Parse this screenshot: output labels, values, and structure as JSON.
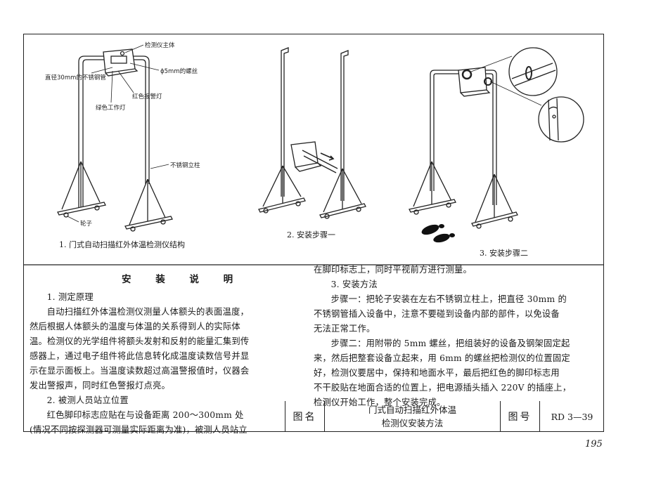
{
  "figure1": {
    "labels": {
      "main_body": "检测仪主体",
      "screw": "ϕ5mm的螺丝",
      "tube": "直径30mm的不锈钢管",
      "red_lamp": "红色报警灯",
      "green_lamp": "绿色工作灯",
      "column": "不锈钢立柱",
      "wheel": "轮子"
    },
    "caption": "1. 门式自动扫描红外体温检测仪结构"
  },
  "figure2": {
    "caption": "2. 安装步骤一"
  },
  "figure3": {
    "caption": "3. 安装步骤二"
  },
  "instructions": {
    "heading": "安 装 说 明",
    "left": [
      {
        "text": "1. 测定原理",
        "indent": true
      },
      {
        "text": "自动扫描红外体温检测仪测量人体额头的表面温度，",
        "indent": true
      },
      {
        "text": "然后根据人体额头的温度与体温的关系得到人的实际体",
        "indent": false
      },
      {
        "text": "温。检测仪的光学组件将额头发射和反射的能量汇集到传",
        "indent": false
      },
      {
        "text": "感器上，通过电子组件将此信息转化成温度读数信号并显",
        "indent": false
      },
      {
        "text": "示在显示面板上。当温度读数超过高温警报值时，仪器会",
        "indent": false
      },
      {
        "text": "发出警报声，同时红色警报灯点亮。",
        "indent": false
      },
      {
        "text": "2. 被测人员站立位置",
        "indent": true
      },
      {
        "text": "红色脚印标志应贴在与设备距离 200～300mm 处",
        "indent": true
      },
      {
        "text": "(情况不同按探测器可测量实际距离为准)，被测人员站立",
        "indent": false
      }
    ],
    "right": [
      {
        "text": "在脚印标志上，同时平视前方进行测量。",
        "indent": false
      },
      {
        "text": "3. 安装方法",
        "indent": true
      },
      {
        "text": "步骤一：把轮子安装在左右不锈钢立柱上，把直径 30mm 的",
        "indent": true
      },
      {
        "text": "不锈钢管插入设备中，注意不要碰到设备内部的部件，以免设备",
        "indent": false
      },
      {
        "text": "无法正常工作。",
        "indent": false
      },
      {
        "text": "步骤二：用附带的 5mm 螺丝，把组装好的设备及钢架固定起",
        "indent": true
      },
      {
        "text": "来，然后把整套设备立起来，用 6mm 的螺丝把检测仪的位置固定",
        "indent": false
      },
      {
        "text": "好，检测仪要居中，保持和地面水平，最后把红色的脚印标志用",
        "indent": false
      },
      {
        "text": "不干胶贴在地面合适的位置上，把电源插头插入 220V 的插座上，",
        "indent": false
      },
      {
        "text": "检测仪开始工作，整个安装完成。",
        "indent": false
      }
    ]
  },
  "title_block": {
    "name_label": "图名",
    "title_line1": "门式自动扫描红外体温",
    "title_line2": "检测仪安装方法",
    "number_label": "图号",
    "number": "RD 3—39"
  },
  "page_number": "195"
}
